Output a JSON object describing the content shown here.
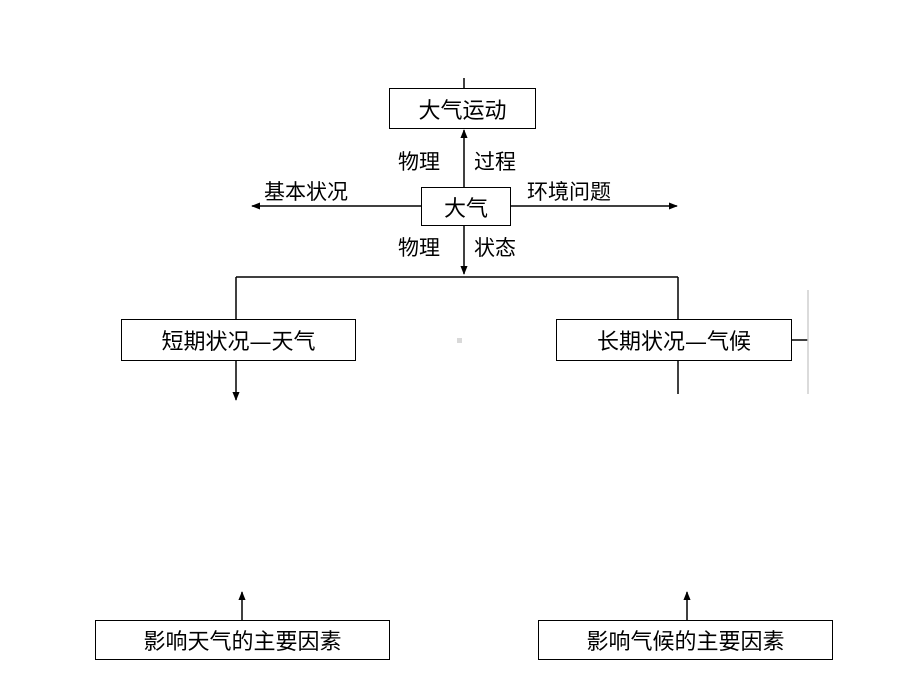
{
  "diagram": {
    "nodes": {
      "movement": "大气运动",
      "atmosphere": "大气",
      "weather": "短期状况—天气",
      "climate": "长期状况—气候",
      "weather_factors": "影响天气的主要因素",
      "climate_factors": "影响气候的主要因素"
    },
    "edges": {
      "up_left": "物理",
      "up_right": "过程",
      "left": "基本状况",
      "right": "环境问题",
      "down_left": "物理",
      "down_right": "状态"
    }
  }
}
